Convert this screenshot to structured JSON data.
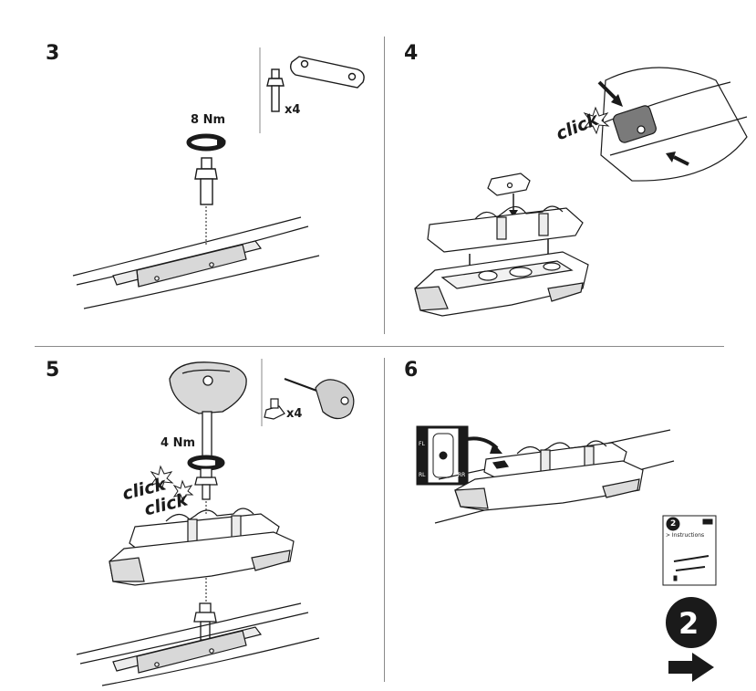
{
  "steps": [
    {
      "number": "3",
      "torque": "8 Nm",
      "quantity": "x4"
    },
    {
      "number": "4",
      "click": "click"
    },
    {
      "number": "5",
      "torque": "4 Nm",
      "quantity": "x4",
      "click1": "click",
      "click2": "click"
    },
    {
      "number": "6",
      "corner_labels": [
        "FL",
        "RL",
        "RR"
      ]
    }
  ],
  "booklet": {
    "page_badge": "2",
    "text": "> Instructions"
  },
  "next": {
    "page_number": "2",
    "icon": "right-arrow-icon"
  },
  "colors": {
    "ink": "#1a1a1a",
    "gray": "#8a8a8a",
    "shade": "#d8d8d8",
    "dark": "#555555"
  }
}
